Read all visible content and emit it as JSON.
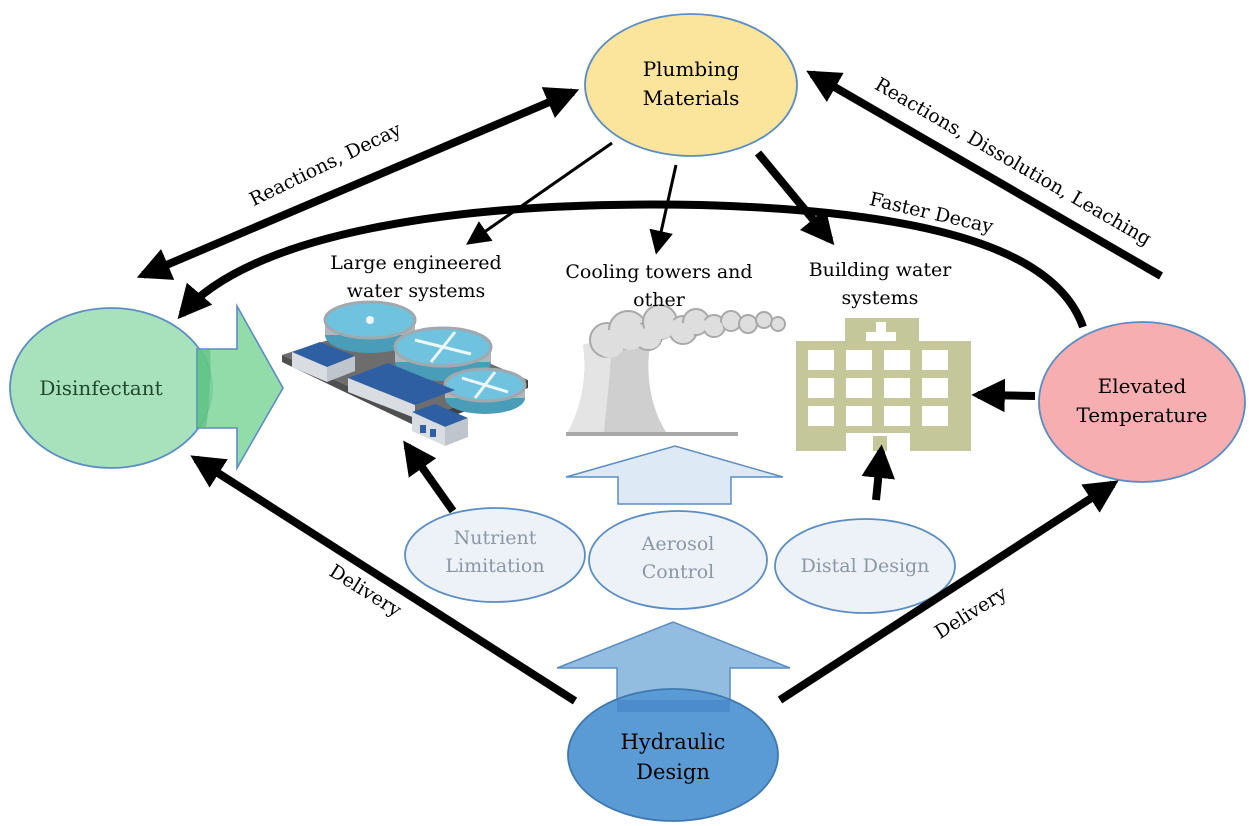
{
  "nodes": {
    "plumbing": {
      "line1": "Plumbing",
      "line2": "Materials",
      "fill": "#fbe49b"
    },
    "disinfectant": {
      "label": "Disinfectant",
      "fill": "#a8e2bd",
      "arrow_fill": "#7fd69a"
    },
    "elevated": {
      "line1": "Elevated",
      "line2": "Temperature",
      "fill": "#f6aeb0"
    },
    "hydraulic": {
      "line1": "Hydraulic",
      "line2": "Design",
      "fill": "#5b9bd5"
    },
    "nutrient": {
      "line1": "Nutrient",
      "line2": "Limitation"
    },
    "aerosol": {
      "line1": "Aerosol",
      "line2": "Control"
    },
    "distal": {
      "label": "Distal Design"
    }
  },
  "systems": {
    "large": {
      "line1": "Large engineered",
      "line2": "water systems"
    },
    "cooling": {
      "line1": "Cooling towers and",
      "line2": "other"
    },
    "building": {
      "line1": "Building water",
      "line2": "systems"
    }
  },
  "edge_labels": {
    "reactions_decay": "Reactions, Decay",
    "reactions_dissolution": "Reactions, Dissolution, Leaching",
    "faster_decay": "Faster Decay",
    "delivery_left": "Delivery",
    "delivery_right": "Delivery"
  },
  "colors": {
    "arrow": "#000000",
    "design_ellipse_fill": "#edf2f9",
    "design_ellipse_stroke": "#5b8dc4",
    "design_text": "#8c97a6",
    "big_up_arrow": "#7fb0da",
    "light_up_arrow": "#dde9f5",
    "building_icon": "#c4c79a"
  }
}
